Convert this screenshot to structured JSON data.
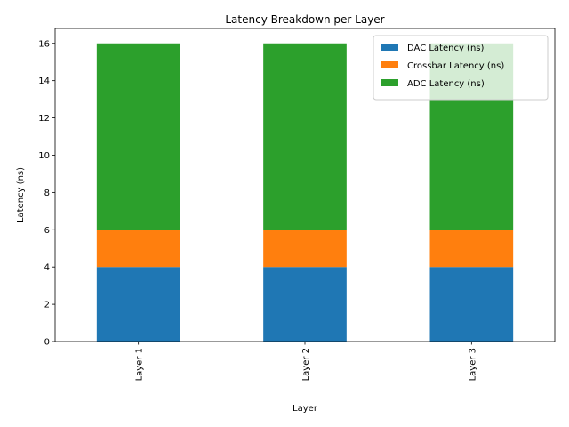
{
  "chart_data": {
    "type": "bar",
    "stacked": true,
    "title": "Latency Breakdown per Layer",
    "xlabel": "Layer",
    "ylabel": "Latency (ns)",
    "categories": [
      "Layer 1",
      "Layer 2",
      "Layer 3"
    ],
    "series": [
      {
        "name": "DAC Latency (ns)",
        "values": [
          4,
          4,
          4
        ],
        "color": "#1f77b4"
      },
      {
        "name": "Crossbar Latency (ns)",
        "values": [
          2,
          2,
          2
        ],
        "color": "#ff7f0e"
      },
      {
        "name": "ADC Latency (ns)",
        "values": [
          10,
          10,
          10
        ],
        "color": "#2ca02c"
      }
    ],
    "ylim": [
      0,
      16.8
    ],
    "yticks": [
      0,
      2,
      4,
      6,
      8,
      10,
      12,
      14,
      16
    ],
    "grid": false,
    "legend_position": "top-right",
    "xtick_rotation": "vertical"
  }
}
